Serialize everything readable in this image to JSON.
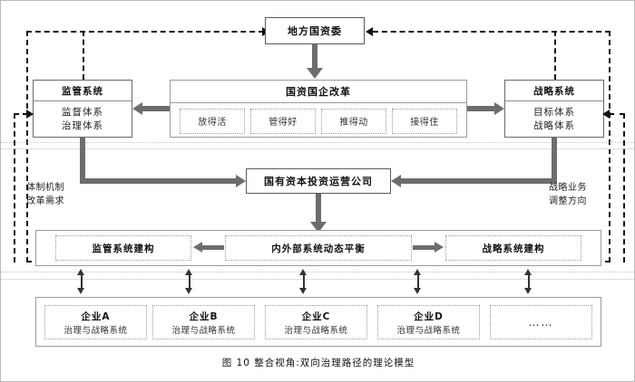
{
  "figure": {
    "caption": "图 10  整合视角:双向治理路径的理论模型"
  },
  "nodes": {
    "top_authority": "地方国资委",
    "reform": {
      "title": "国资国企改革",
      "items": [
        "放得活",
        "管得好",
        "推得动",
        "接得住"
      ]
    },
    "regulation_system": {
      "header": "监管系统",
      "line1": "监督体系",
      "line2": "治理体系"
    },
    "strategy_system": {
      "header": "战略系统",
      "line1": "目标体系",
      "line2": "战略体系"
    },
    "capital_company": "国有资本投资运营公司",
    "construct_row": {
      "left": "监管系统建构",
      "center": "内外部系统动态平衡",
      "right": "战略系统建构"
    },
    "enterprises": [
      {
        "name": "企业A",
        "sub": "治理与战略系统"
      },
      {
        "name": "企业B",
        "sub": "治理与战略系统"
      },
      {
        "name": "企业C",
        "sub": "治理与战略系统"
      },
      {
        "name": "企业D",
        "sub": "治理与战略系统"
      },
      {
        "name": "……",
        "sub": ""
      }
    ]
  },
  "side_labels": {
    "left_line1": "体制机制",
    "left_line2": "改革需求",
    "right_line1": "战略业务",
    "right_line2": "调整方向"
  },
  "colors": {
    "connector_gray": "#6d6d6d",
    "dash_black": "#111111",
    "box_border": "#5a5a5a",
    "page_bg": "#ffffff"
  }
}
